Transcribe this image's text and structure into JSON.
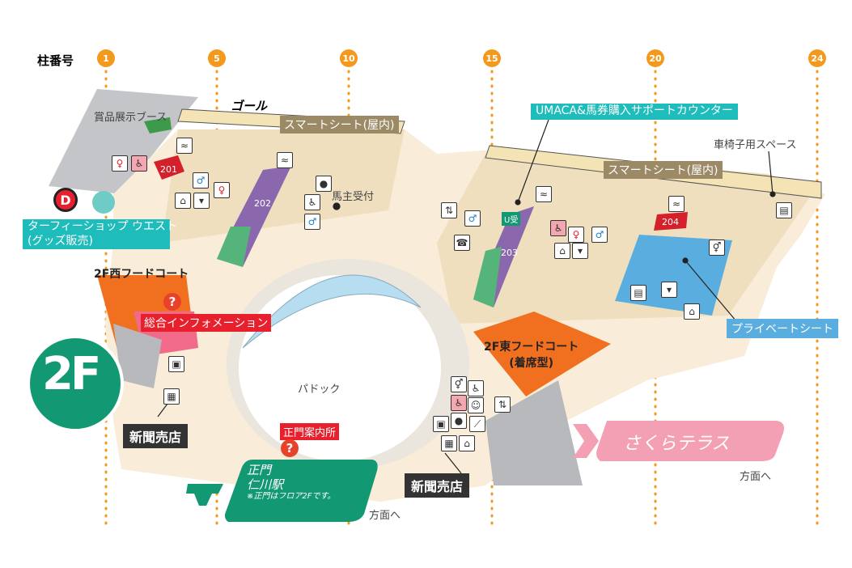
{
  "legend": {
    "pillar_label": "柱番号",
    "pillars": [
      "1",
      "5",
      "10",
      "15",
      "20",
      "24"
    ]
  },
  "floor": {
    "badge": "2F"
  },
  "areas": {
    "prize_booth": "賞品展示ブース",
    "goal": "ゴール",
    "smart_seat_west": "スマートシート(屋内)",
    "smart_seat_east": "スマートシート(屋内)",
    "umaca_counter": "UMACA&馬券購入サポートカウンター",
    "wheelchair_space": "車椅子用スペース",
    "owner_reception": "馬主受付",
    "turfy_shop_line1": "ターフィーショップ ウエスト",
    "turfy_shop_line2": "(グッズ販売)",
    "shop_marker": "D",
    "west_food": "2F西フードコート",
    "info_general": "総合インフォメーション",
    "east_food_line1": "2F東フードコート",
    "east_food_line2": "(着席型)",
    "private_seat": "プライベートシート",
    "paddock": "パドック",
    "main_gate_info": "正門案内所",
    "newsstand_west": "新聞売店",
    "newsstand_east": "新聞売店",
    "u_reception": "U受"
  },
  "stands": [
    "201",
    "202",
    "203",
    "204"
  ],
  "exits": {
    "main_gate_line1": "正門",
    "main_gate_line2": "仁川駅",
    "main_gate_note": "※正門はフロア2Fです。",
    "main_gate_direction": "方面へ",
    "sakura_terrace": "さくらテラス",
    "sakura_direction": "方面へ"
  },
  "colors": {
    "pillar": "#f39a1e",
    "floor": "#f0e3c8",
    "food": "#f07020",
    "private": "#5aaedf",
    "gate": "#129872",
    "sakura": "#f4a0b4"
  }
}
